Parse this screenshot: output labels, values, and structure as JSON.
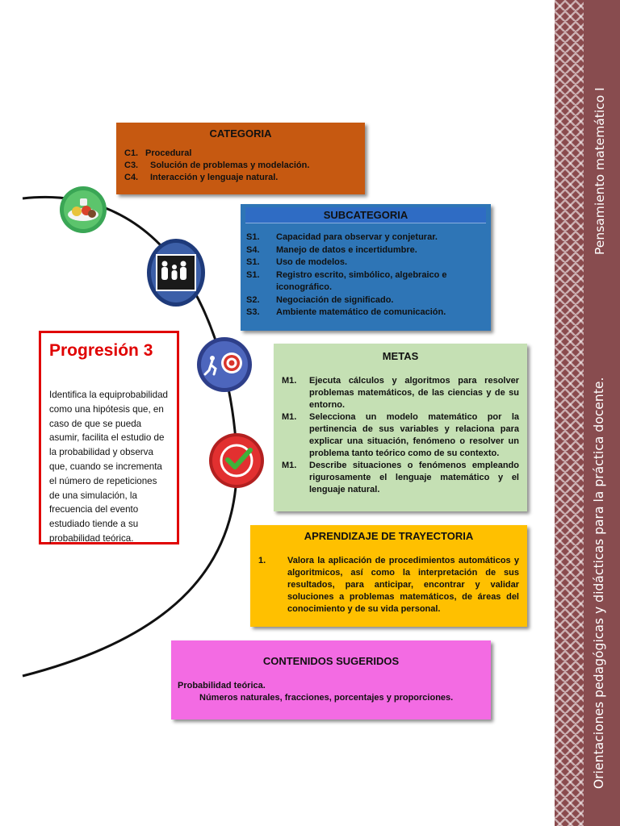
{
  "categoria": {
    "title": "CATEGORIA",
    "items": [
      {
        "code": "C1.",
        "text": "Procedural"
      },
      {
        "code": "C3.",
        "text": "Solución de problemas y modelación."
      },
      {
        "code": "C4.",
        "text": "Interacción y lenguaje natural."
      }
    ]
  },
  "subcategoria": {
    "title": "SUBCATEGORIA",
    "items": [
      {
        "code": "S1.",
        "text": "Capacidad para observar y conjeturar."
      },
      {
        "code": "S4.",
        "text": "Manejo de datos e incertidumbre."
      },
      {
        "code": "S1.",
        "text": "Uso de modelos."
      },
      {
        "code": "S1.",
        "text": "Registro escrito, simbólico, algebraico e iconográfico."
      },
      {
        "code": "S2.",
        "text": "Negociación de significado."
      },
      {
        "code": "S3.",
        "text": "Ambiente matemático de comunicación."
      }
    ]
  },
  "metas": {
    "title": "METAS",
    "items": [
      {
        "code": "M1.",
        "text": "Ejecuta cálculos y algoritmos para resolver problemas matemáticos, de las ciencias y de su entorno."
      },
      {
        "code": "M1.",
        "text": "Selecciona un modelo matemático por la pertinencia de sus variables y relaciona para explicar una situación, fenómeno o resolver un problema tanto teórico como de su contexto."
      },
      {
        "code": "M1.",
        "text": "Describe situaciones o fenómenos empleando rigurosamente el lenguaje matemático y el lenguaje natural."
      }
    ]
  },
  "aprendizaje": {
    "title": "APRENDIZAJE DE TRAYECTORIA",
    "items": [
      {
        "code": "1.",
        "text": "Valora la aplicación de procedimientos automáticos y algoritmicos, así como la interpretación de sus resultados, para anticipar, encontrar y validar soluciones a problemas matemáticos, de áreas del conocimiento y de su vida personal."
      }
    ]
  },
  "contenidos": {
    "title": "CONTENIDOS SUGERIDOS",
    "line1": "Probabilidad teórica.",
    "line2": "Números naturales, fracciones, porcentajes y proporciones."
  },
  "progresion": {
    "title": "Progresión 3",
    "text": "Identifica la equiprobabilidad como una hipótesis que, en caso de que se pueda asumir, facilita el estudio de la probabilidad y observa que, cuando se incrementa el número de repeticiones de una simulación, la frecuencia del evento estudiado tiende a su probabilidad teórica."
  },
  "sidebar": {
    "text_top": "Pensamiento matemático I",
    "text_bottom": "Orientaciones pedagógicas y didácticas para la práctica docente."
  },
  "colors": {
    "categoria": "#c65911",
    "subcategoria": "#2e75b6",
    "metas": "#c5e0b4",
    "aprendizaje": "#ffc000",
    "contenidos": "#f36be3",
    "progresion_border": "#e00000",
    "sidebar": "#884c4f"
  },
  "icons": [
    "food-plate-icon",
    "family-icon",
    "target-runner-icon",
    "checkmark-icon"
  ]
}
